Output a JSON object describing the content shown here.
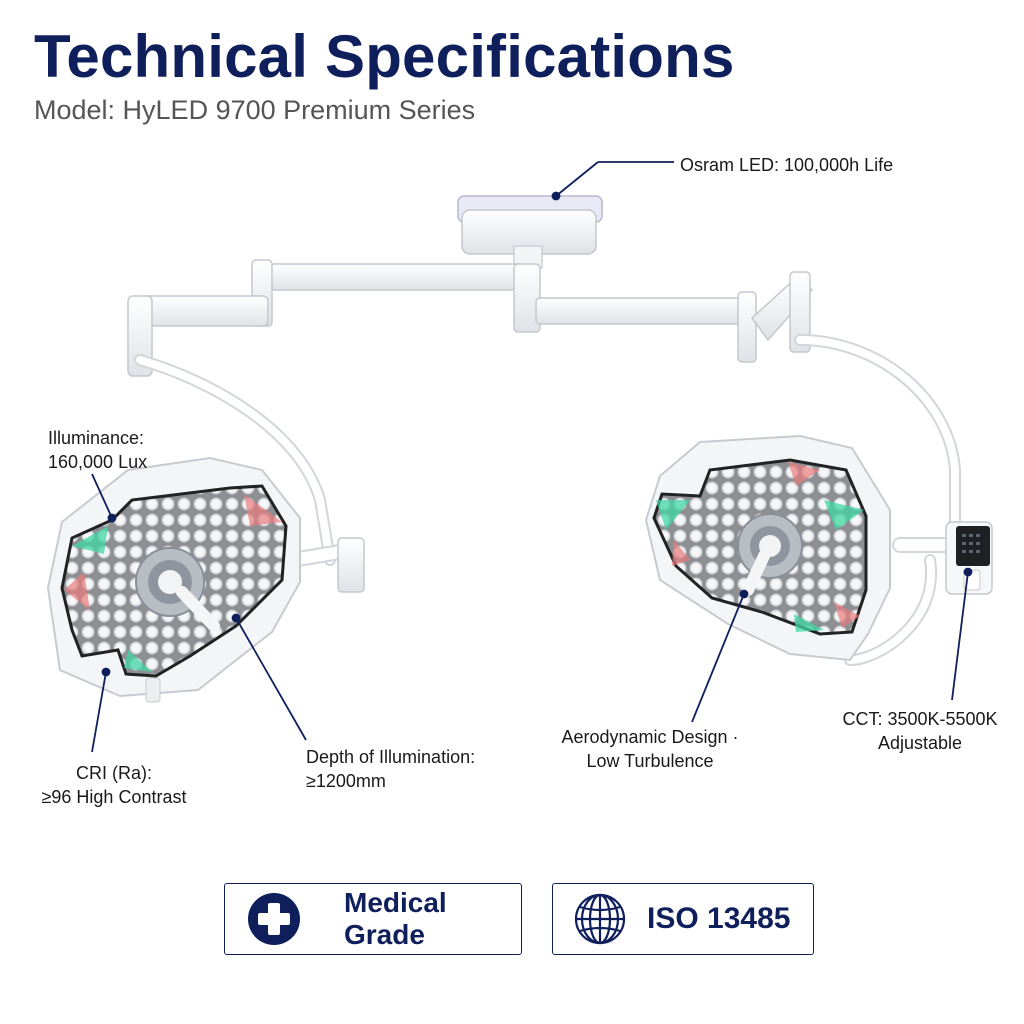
{
  "header": {
    "title": "Technical Specifications",
    "subtitle": "Model: HyLED 9700 Premium Series"
  },
  "callouts": {
    "osram": "Osram LED: 100,000h Life",
    "illuminance_line1": "Illuminance:",
    "illuminance_line2": "160,000 Lux",
    "cri_line1": "CRI (Ra):",
    "cri_line2": "≥96 High Contrast",
    "depth_line1": "Depth of Illumination:",
    "depth_line2": "≥1200mm",
    "aero_line1": "Aerodynamic Design ·",
    "aero_line2": "Low Turbulence",
    "cct_line1": "CCT: 3500K-5500K",
    "cct_line2": "Adjustable"
  },
  "badges": {
    "medical": {
      "label": "Medical Grade",
      "icon": "medical-cross-icon"
    },
    "iso": {
      "label": "ISO 13485",
      "icon": "globe-icon"
    }
  },
  "colors": {
    "navy": "#0f1f5c",
    "led_green": "#3fd6a0",
    "led_red": "#e87a7a"
  }
}
